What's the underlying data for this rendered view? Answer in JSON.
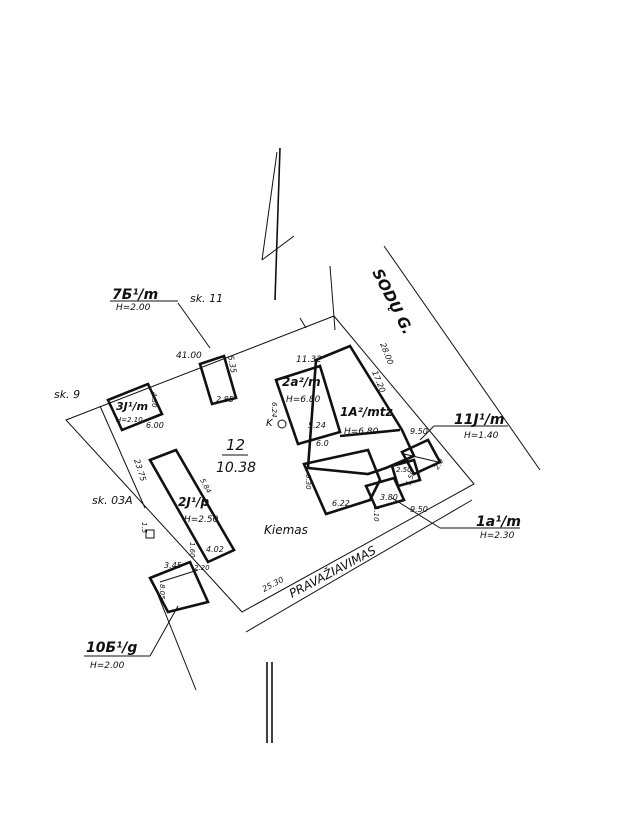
{
  "street": {
    "name": "SODŲ G."
  },
  "plot": {
    "number": "12",
    "area": "10.38"
  },
  "neighbors": {
    "sk9": "sk. 9",
    "sk11": "sk. 11",
    "sk03a": "sk. 03A"
  },
  "labels": {
    "yard": "Kiemas",
    "driveway": "PRAVAŽIAVIMAS"
  },
  "callouts": {
    "b7": {
      "code": "7Б¹/m",
      "height": "H=2.00"
    },
    "b10": {
      "code": "10Б¹/g",
      "height": "H=2.00"
    },
    "b11": {
      "code": "11J¹/m",
      "height": "H=1.40"
    },
    "b1a": {
      "code": "1a¹/m",
      "height": "H=2.30"
    }
  },
  "buildings": {
    "b3": {
      "code": "3J¹/m",
      "height": "H=2.10"
    },
    "b2": {
      "code": "2a²/m",
      "height": "H=6.80"
    },
    "b1": {
      "code": "1A²/mtz",
      "height": "H=6.80"
    },
    "b2j": {
      "code": "2J¹/p",
      "height": "H=2.50"
    }
  },
  "dimensions": {
    "d1": "41.00",
    "d2": "5.35",
    "d3": "2.85",
    "d4": "4.30",
    "d5": "6.00",
    "d6": "11.32",
    "d7": "28.00",
    "d8": "17.20",
    "d9": "6.24",
    "d10": "5.24",
    "d11": "6.0",
    "d12": "9.50",
    "d13": "2.0",
    "d14": "2.50",
    "d15": "1.50",
    "d16": "3.80",
    "d17": "9.50",
    "d18": "6.22",
    "d19": "6.30",
    "d20": "1.10",
    "d21": "23.75",
    "d22": "5.84",
    "d23": "4.02",
    "d24": "1.5",
    "d25": "3.45",
    "d26": "2.20",
    "d27": "1.60",
    "d28": "8.05",
    "d29": "25.30"
  },
  "symbols": {
    "well": "K"
  }
}
